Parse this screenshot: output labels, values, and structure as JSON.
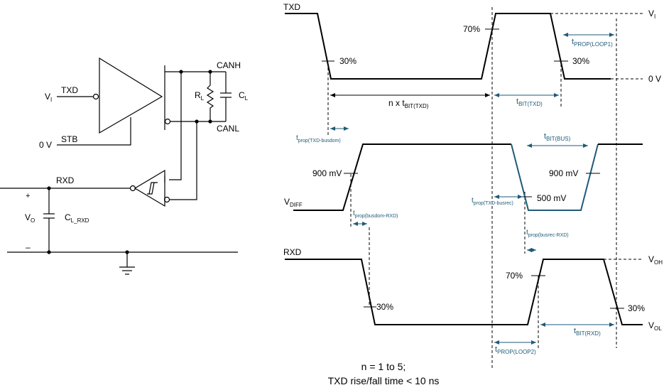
{
  "circuit": {
    "txd": "TXD",
    "vi_main": "V",
    "vi_sub": "I",
    "zero_v": "0 V",
    "stb": "STB",
    "canh": "CANH",
    "canl": "CANL",
    "rl_main": "R",
    "rl_sub": "L",
    "cl_main": "C",
    "cl_sub": "L",
    "rxd": "RXD",
    "plus": "+",
    "minus": "–",
    "vo_main": "V",
    "vo_sub": "O",
    "clrxd_main": "C",
    "clrxd_sub": "L_RXD"
  },
  "timing": {
    "txd": "TXD",
    "vi_main": "V",
    "vi_sub": "I",
    "zero_v": "0 V",
    "pct30_a": "30%",
    "pct70_a": "70%",
    "pct30_b": "30%",
    "nxt_main": "n x t",
    "nxt_sub": "BIT(TXD)",
    "tbit_txd_main": "t",
    "tbit_txd_sub": "BIT(TXD)",
    "tprop_loop1_main": "t",
    "tprop_loop1_sub": "PROP(LOOP1)",
    "tprop_txd_busdom_main": "t",
    "tprop_txd_busdom_sub": "prop(TXD-busdom)",
    "tbit_bus_main": "t",
    "tbit_bus_sub": "BIT(BUS)",
    "mv900_a": "900 mV",
    "mv900_b": "900 mV",
    "mv500": "500 mV",
    "vdiff_main": "V",
    "vdiff_sub": "DIFF",
    "tprop_txd_busrec_main": "t",
    "tprop_txd_busrec_sub": "prop(TXD-busrec)",
    "tprop_busdom_rxd_main": "t",
    "tprop_busdom_rxd_sub": "prop(busdom-RXD)",
    "tprop_busrec_rxd_main": "t",
    "tprop_busrec_rxd_sub": "prop(busrec-RXD)",
    "rxd": "RXD",
    "voh_main": "V",
    "voh_sub": "OH",
    "vol_main": "V",
    "vol_sub": "OL",
    "pct70_c": "70%",
    "pct30_c": "30%",
    "pct30_d": "30%",
    "tbit_rxd_main": "t",
    "tbit_rxd_sub": "BIT(RXD)",
    "tprop_loop2_main": "t",
    "tprop_loop2_sub": "PROP(LOOP2)"
  },
  "notes": {
    "line1": "n = 1 to 5;",
    "line2": "TXD rise/fall time < 10 ns"
  },
  "colors": {
    "black": "#000000",
    "annotation_blue": "#1f5a78"
  }
}
